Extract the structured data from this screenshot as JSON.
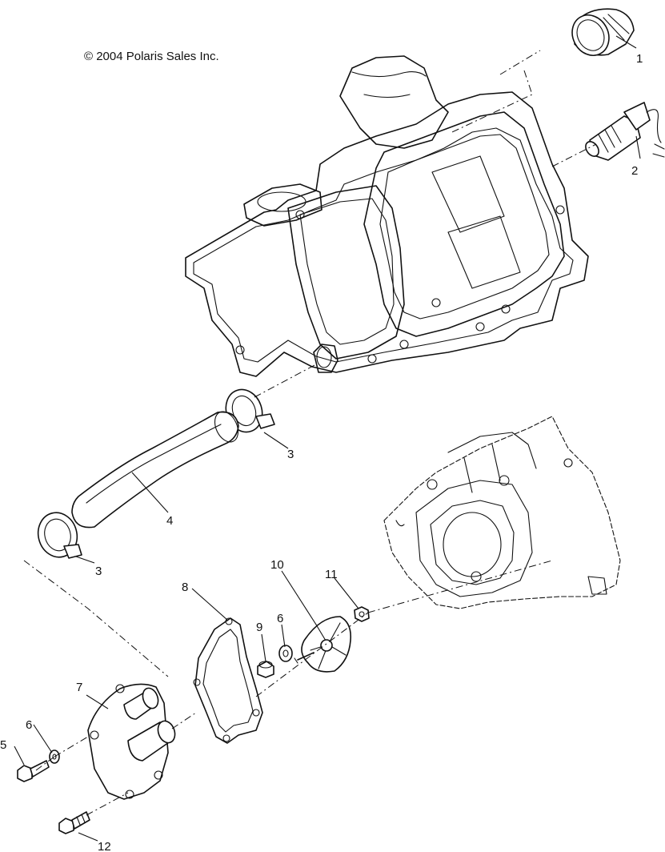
{
  "copyright": "© 2004 Polaris Sales Inc.",
  "callouts": {
    "c1": "1",
    "c2": "2",
    "c3a": "3",
    "c3b": "3",
    "c4": "4",
    "c5": "5",
    "c6a": "6",
    "c6b": "6",
    "c7": "7",
    "c8": "8",
    "c9": "9",
    "c10": "10",
    "c11": "11",
    "c12": "12"
  }
}
